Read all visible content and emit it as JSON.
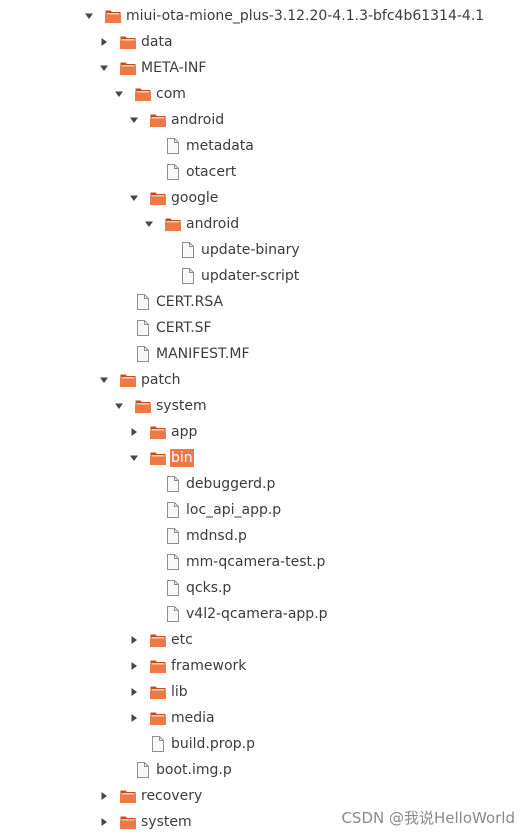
{
  "colors": {
    "folder_body": "#f07746",
    "folder_tab": "#c14d1c",
    "folder_inner": "#d7d4cf",
    "file_border": "#8f8f8f",
    "triangle": "#474747",
    "selection": "#f07746"
  },
  "tree": [
    {
      "label": "miui-ota-mione_plus-3.12.20-4.1.3-bfc4b61314-4.1",
      "level": 0,
      "type": "folder",
      "expanded": true
    },
    {
      "label": "data",
      "level": 1,
      "type": "folder",
      "expanded": false
    },
    {
      "label": "META-INF",
      "level": 1,
      "type": "folder",
      "expanded": true
    },
    {
      "label": "com",
      "level": 2,
      "type": "folder",
      "expanded": true
    },
    {
      "label": "android",
      "level": 3,
      "type": "folder",
      "expanded": true
    },
    {
      "label": "metadata",
      "level": 4,
      "type": "file"
    },
    {
      "label": "otacert",
      "level": 4,
      "type": "file"
    },
    {
      "label": "google",
      "level": 3,
      "type": "folder",
      "expanded": true
    },
    {
      "label": "android",
      "level": 4,
      "type": "folder",
      "expanded": true
    },
    {
      "label": "update-binary",
      "level": 5,
      "type": "file"
    },
    {
      "label": "updater-script",
      "level": 5,
      "type": "file"
    },
    {
      "label": "CERT.RSA",
      "level": 2,
      "type": "file"
    },
    {
      "label": "CERT.SF",
      "level": 2,
      "type": "file"
    },
    {
      "label": "MANIFEST.MF",
      "level": 2,
      "type": "file"
    },
    {
      "label": "patch",
      "level": 1,
      "type": "folder",
      "expanded": true
    },
    {
      "label": "system",
      "level": 2,
      "type": "folder",
      "expanded": true
    },
    {
      "label": "app",
      "level": 3,
      "type": "folder",
      "expanded": false
    },
    {
      "label": "bin",
      "level": 3,
      "type": "folder",
      "expanded": true,
      "selected": true
    },
    {
      "label": "debuggerd.p",
      "level": 4,
      "type": "file"
    },
    {
      "label": "loc_api_app.p",
      "level": 4,
      "type": "file"
    },
    {
      "label": "mdnsd.p",
      "level": 4,
      "type": "file"
    },
    {
      "label": "mm-qcamera-test.p",
      "level": 4,
      "type": "file"
    },
    {
      "label": "qcks.p",
      "level": 4,
      "type": "file"
    },
    {
      "label": "v4l2-qcamera-app.p",
      "level": 4,
      "type": "file"
    },
    {
      "label": "etc",
      "level": 3,
      "type": "folder",
      "expanded": false
    },
    {
      "label": "framework",
      "level": 3,
      "type": "folder",
      "expanded": false
    },
    {
      "label": "lib",
      "level": 3,
      "type": "folder",
      "expanded": false
    },
    {
      "label": "media",
      "level": 3,
      "type": "folder",
      "expanded": false
    },
    {
      "label": "build.prop.p",
      "level": 3,
      "type": "file"
    },
    {
      "label": "boot.img.p",
      "level": 2,
      "type": "file"
    },
    {
      "label": "recovery",
      "level": 1,
      "type": "folder",
      "expanded": false
    },
    {
      "label": "system",
      "level": 1,
      "type": "folder",
      "expanded": false
    }
  ],
  "watermark": "CSDN @我说HelloWorld"
}
